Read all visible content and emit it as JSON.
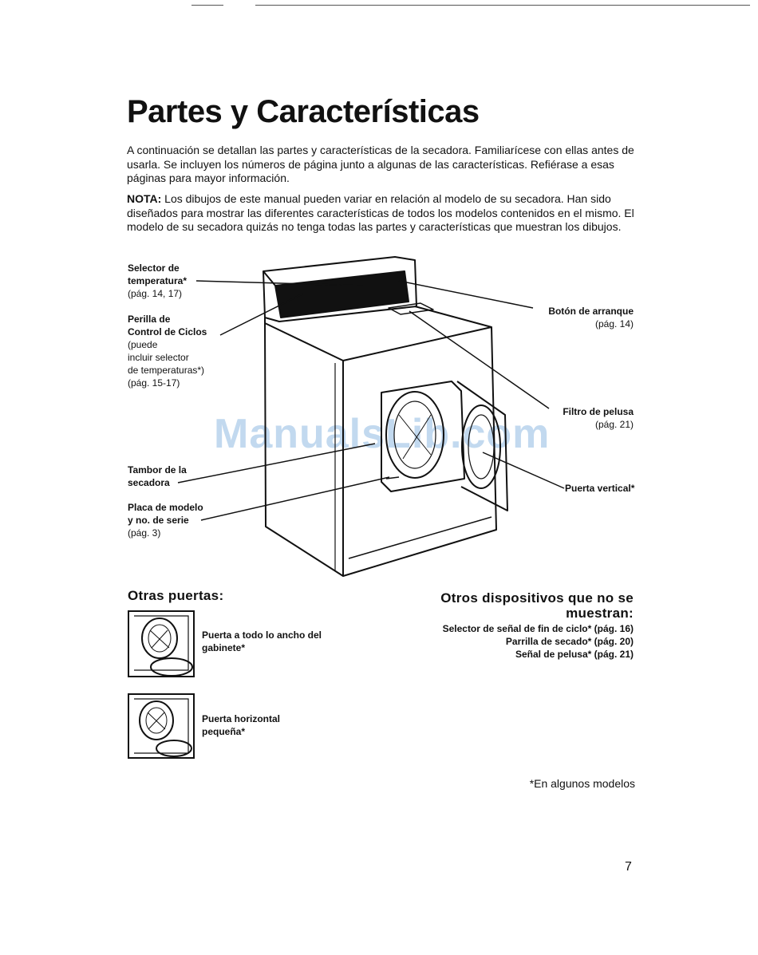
{
  "page": {
    "title": "Partes y Características",
    "intro": "A continuación se detallan las partes y características de la secadora. Familiarícese con ellas antes de usarla. Se incluyen los números de página junto a algunas de las características. Refiérase a esas páginas para mayor información.",
    "note_label": "NOTA:",
    "note_text": " Los dibujos de este manual pueden variar en relación al modelo de su secadora. Han sido diseñados para mostrar las diferentes características de todos los modelos contenidos en el mismo. El modelo de su secadora quizás no tenga todas las partes y características que muestran los dibujos.",
    "page_number": "7",
    "footnote": "*En algunos modelos",
    "watermark": "ManualsLib.com"
  },
  "diagram": {
    "labels_left": [
      {
        "name": "Selector de temperatura*",
        "line1": "Selector de",
        "line2": "temperatura*",
        "ref": "(pág. 14, 17)"
      },
      {
        "name": "Perilla de Control de Ciclos",
        "line1": "Perilla de",
        "line2": "Control de Ciclos",
        "extra1": "(puede",
        "extra2": "incluir selector",
        "extra3": "de temperaturas*)",
        "ref": "(pág. 15-17)"
      },
      {
        "name": "Tambor de la secadora",
        "line1": "Tambor de la",
        "line2": "secadora"
      },
      {
        "name": "Placa de modelo y no. de serie",
        "line1": "Placa de modelo",
        "line2": "y no. de serie",
        "ref": "(pág. 3)"
      }
    ],
    "labels_right": [
      {
        "name": "Botón de arranque",
        "line1": "Botón de arranque",
        "ref": "(pág. 14)"
      },
      {
        "name": "Filtro de pelusa",
        "line1": "Filtro de pelusa",
        "ref": "(pág. 21)"
      },
      {
        "name": "Puerta vertical*",
        "line1": "Puerta vertical*"
      }
    ]
  },
  "other_doors": {
    "heading": "Otras puertas:",
    "items": [
      {
        "line1": "Puerta a todo lo ancho del",
        "line2": "gabinete*"
      },
      {
        "line1": "Puerta horizontal",
        "line2": "pequeña*"
      }
    ]
  },
  "other_devices": {
    "heading1": "Otros dispositivos que no se",
    "heading2": "muestran:",
    "items": [
      "Selector de señal de fin de ciclo* (pág. 16)",
      "Parrilla de secado* (pág. 20)",
      "Señal de pelusa* (pág. 21)"
    ]
  }
}
